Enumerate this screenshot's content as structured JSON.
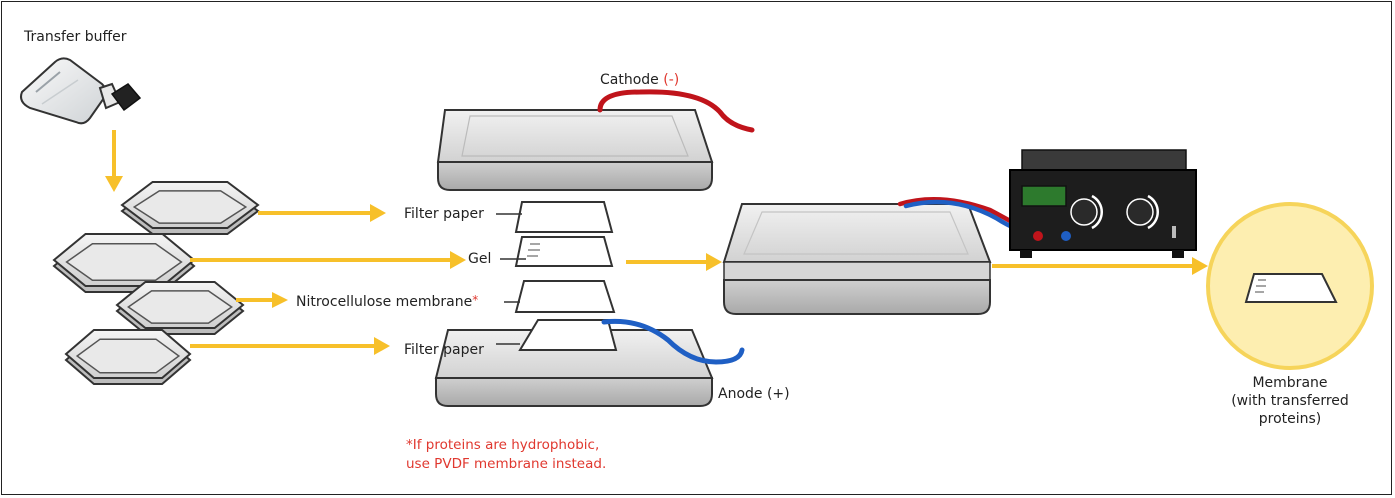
{
  "labels": {
    "transfer_buffer": "Transfer buffer",
    "cathode": "Cathode",
    "cathode_sign": "(-)",
    "filter_paper_top": "Filter paper",
    "gel": "Gel",
    "nitrocellulose": "Nitrocellulose membrane",
    "nitro_asterisk": "*",
    "filter_paper_bottom": "Filter paper",
    "anode": "Anode",
    "anode_sign": "(+)",
    "membrane_line1": "Membrane",
    "membrane_line2": "(with transferred",
    "membrane_line3": "proteins)"
  },
  "note": {
    "line1": "*If proteins are hydrophobic,",
    "line2": "use PVDF membrane instead."
  },
  "colors": {
    "arrow": "#f7c02a",
    "cathode_wire": "#c0141b",
    "anode_wire": "#1f5fc4",
    "note_text": "#e0382f",
    "highlight_circle": "#fdeeb0",
    "highlight_ring": "#f6d45a",
    "power_supply": "#1d1d1d",
    "display": "#2d7a2d"
  }
}
